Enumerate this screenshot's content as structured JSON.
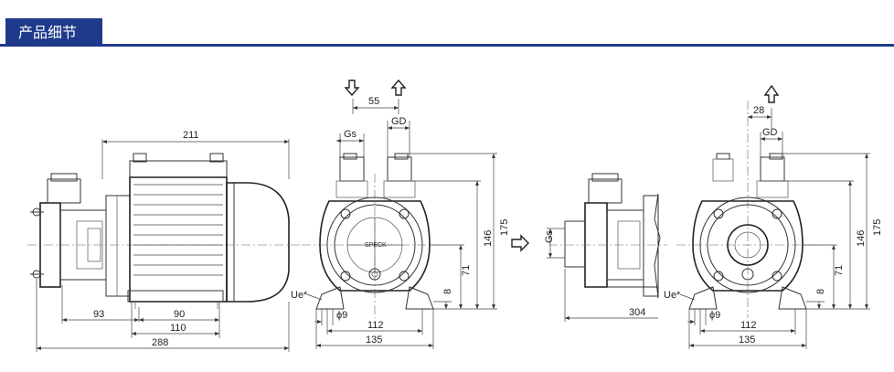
{
  "header": {
    "title": "产品细节",
    "accent": "#1f3a8a"
  },
  "drawing": {
    "side_view": {
      "dim_overall_motor": "211",
      "dim_front": "93",
      "dim_foot_span": "90",
      "dim_base": "110",
      "dim_total": "288"
    },
    "front_view": {
      "dim_port_spacing": "55",
      "label_suction": "Gs",
      "label_discharge": "GD",
      "dim_height_175": "175",
      "dim_height_146": "146",
      "dim_height_71": "71",
      "dim_foot_8": "8",
      "label_ue": "Ue*",
      "dim_hole": "ϕ9",
      "dim_feet_112": "112",
      "dim_feet_135": "135",
      "brand": "SPECK"
    },
    "side_view_2": {
      "label_suction": "Gs",
      "dim_total": "304"
    },
    "front_view_2": {
      "dim_offset": "28",
      "label_discharge": "GD",
      "dim_height_175": "175",
      "dim_height_146": "146",
      "dim_height_71": "71",
      "dim_foot_8": "8",
      "label_ue": "Ue*",
      "dim_hole": "ϕ9",
      "dim_feet_112": "112",
      "dim_feet_135": "135"
    }
  }
}
